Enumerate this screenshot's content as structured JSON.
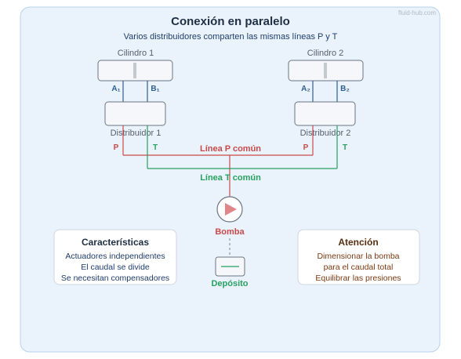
{
  "title": "Conexión en paralelo",
  "subtitle": "Varios distribuidores comparten las mismas líneas P y T",
  "watermark": "fluid-hub.com",
  "colors": {
    "panel_bg": "#eaf3fc",
    "pressure_line": "#c94a4a",
    "tank_line": "#27a060",
    "actuator_line": "#2f5f8f",
    "pump_fill": "#e0858a"
  },
  "cylinder_1": {
    "label": "Cilindro 1",
    "port_a": "A₁",
    "port_b": "B₁"
  },
  "cylinder_2": {
    "label": "Cilindro 2",
    "port_a": "A₂",
    "port_b": "B₂"
  },
  "distributor_1": {
    "label": "Distribuidor 1",
    "port_p": "P",
    "port_t": "T"
  },
  "distributor_2": {
    "label": "Distribuidor 2",
    "port_p": "P",
    "port_t": "T"
  },
  "line_p_label": "Línea P común",
  "line_t_label": "Línea T común",
  "pump": {
    "label": "Bomba",
    "icon": "pump-triangle-icon"
  },
  "tank": {
    "label": "Depósito",
    "icon": "tank-icon"
  },
  "characteristics": {
    "heading": "Características",
    "items": [
      "Actuadores independientes",
      "El caudal se divide",
      "Se necesitan compensadores"
    ]
  },
  "attention": {
    "heading": "Atención",
    "items": [
      "Dimensionar la bomba",
      "para el caudal total",
      "Equilibrar las presiones"
    ]
  }
}
